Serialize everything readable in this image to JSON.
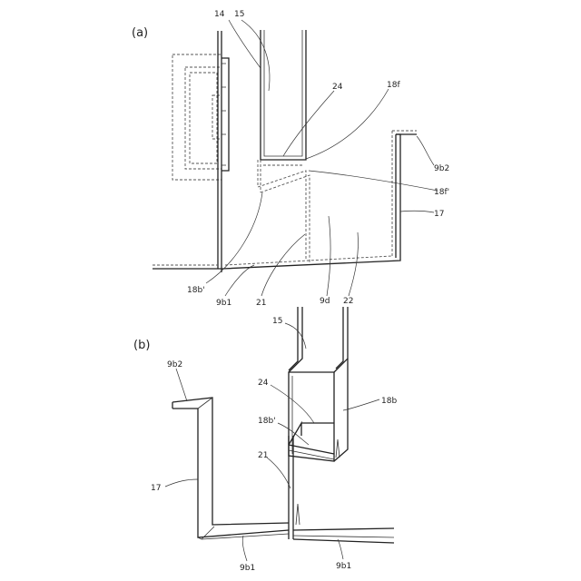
{
  "figure_a": {
    "label": "(a)",
    "refs": {
      "r14": "14",
      "r15": "15",
      "r24": "24",
      "r18f": "18f",
      "r9b2": "9b2",
      "r18f_prime": "18f'",
      "r17": "17",
      "r18b_prime": "18b'",
      "r9b1": "9b1",
      "r21": "21",
      "r9d": "9d",
      "r22": "22"
    }
  },
  "figure_b": {
    "label": "(b)",
    "refs": {
      "r15": "15",
      "r9b2": "9b2",
      "r24": "24",
      "r18b": "18b",
      "r18b_prime": "18b'",
      "r21": "21",
      "r17": "17",
      "r9b1_left": "9b1",
      "r9b1_right": "9b1"
    }
  }
}
